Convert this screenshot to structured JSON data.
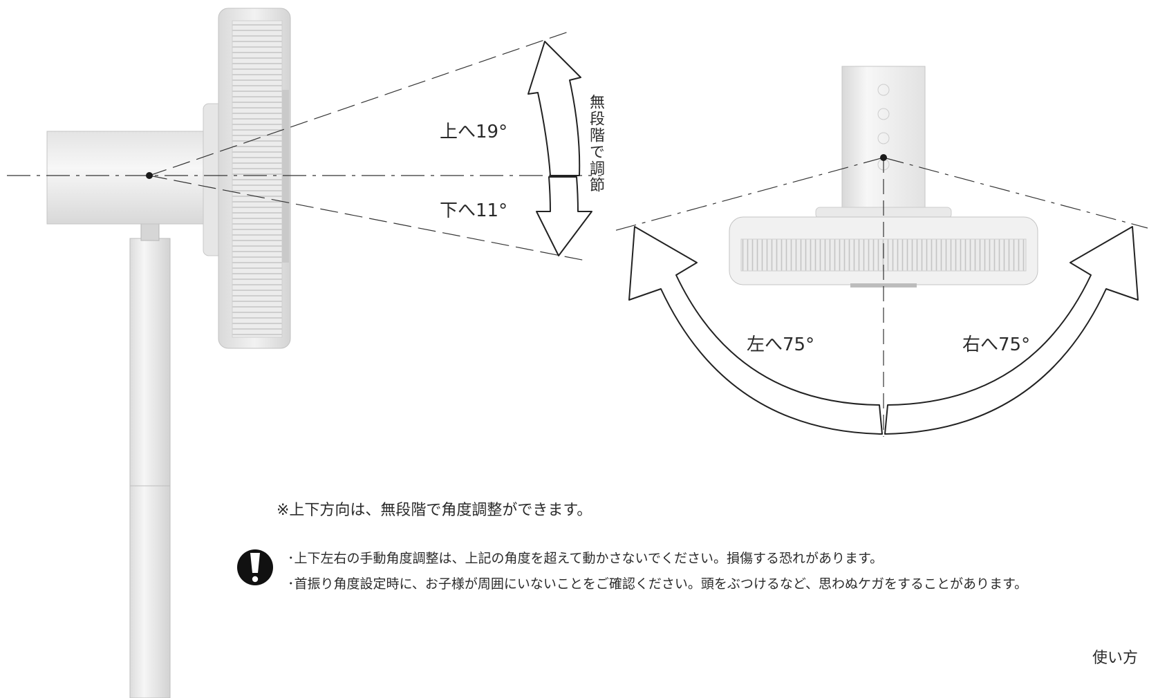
{
  "diagram": {
    "side_view": {
      "tilt_label": "無段階で調節",
      "up_label": "上へ19°",
      "down_label": "下へ11°"
    },
    "top_view": {
      "left_label": "左へ75°",
      "right_label": "右へ75°"
    }
  },
  "notes": {
    "stepless_note": "※上下方向は、無段階で角度調整ができます。",
    "warning_icon": "exclamation-circle-icon",
    "warning_lines": [
      "･上下左右の手動角度調整は、上記の角度を超えて動かさないでください。損傷する恐れがあります。",
      "･首振り角度設定時に、お子様が周囲にいないことをご確認ください。頭をぶつけるなど、思わぬケガをすることがあります。"
    ]
  },
  "footer": {
    "section": "使い方"
  },
  "colors": {
    "ink": "#222222",
    "fan_body": "#eeeeee",
    "fan_shadow": "#cfcfcf"
  }
}
